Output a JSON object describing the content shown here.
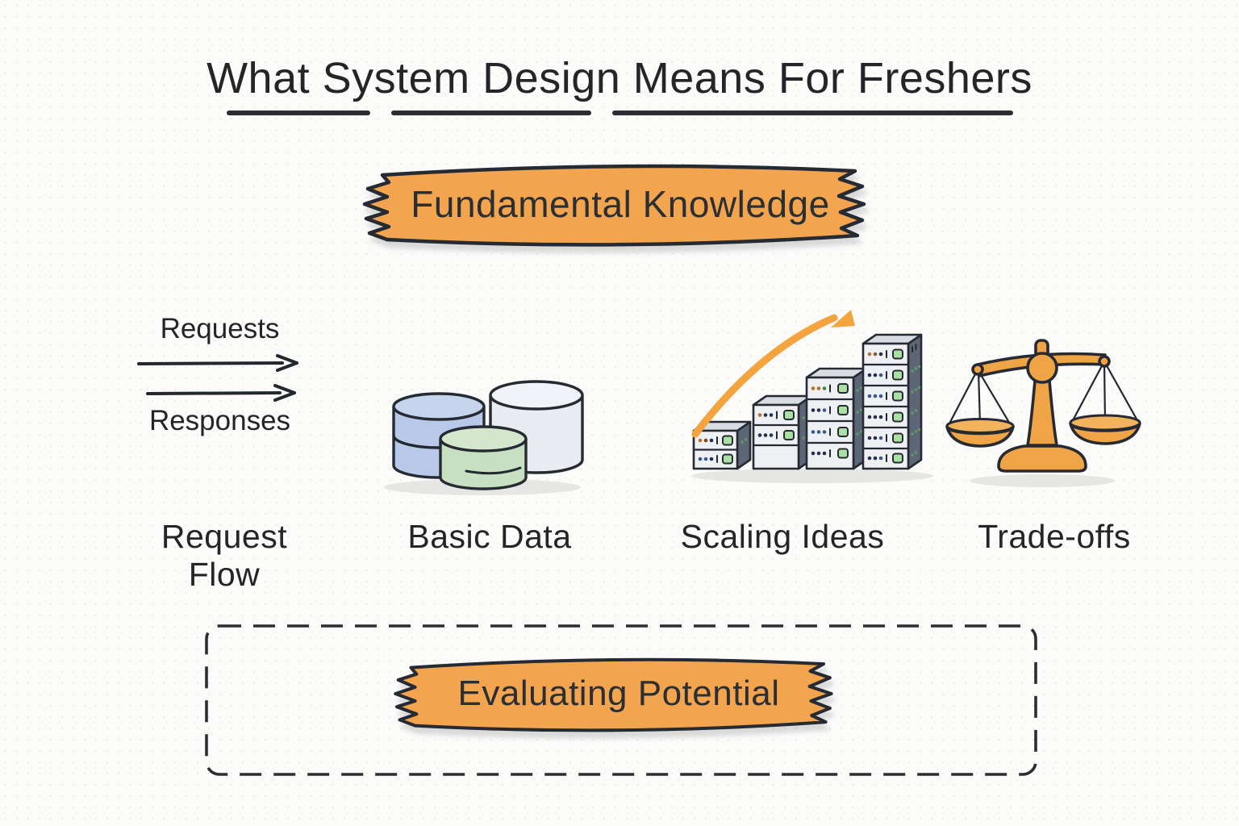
{
  "title": "What System Design Means For Freshers",
  "top_banner": {
    "label": "Fundamental Knowledge"
  },
  "concepts": [
    {
      "id": "request-flow",
      "label": "Request Flow",
      "requests_label": "Requests",
      "responses_label": "Responses",
      "icon": "right-arrows-icon"
    },
    {
      "id": "basic-data",
      "label": "Basic Data",
      "icon": "database-cylinders-icon"
    },
    {
      "id": "scaling-ideas",
      "label": "Scaling Ideas",
      "icon": "server-racks-growth-icon"
    },
    {
      "id": "trade-offs",
      "label": "Trade-offs",
      "icon": "balance-scale-icon"
    }
  ],
  "evaluation_box": {
    "banner_label": "Evaluating Potential"
  },
  "colors": {
    "banner_orange": "#F2A54E",
    "outline_dark": "#262B33",
    "arrow_orange": "#F4A43F",
    "db_blue": "#B7C8E8",
    "db_blue_top": "#C6D4EE",
    "db_white": "#E9EDF2",
    "db_white_top": "#F0F3F7",
    "db_green": "#C8E0C2",
    "db_green_top": "#D4E7CD",
    "scale_gold": "#EFA445",
    "scale_gold_light": "#F3B35C",
    "rack_front": "#EEF0F3",
    "rack_side": "#5D6675",
    "rack_top": "#D8DDE3",
    "led_green": "#ABE0A4",
    "ink": "#26282B"
  }
}
